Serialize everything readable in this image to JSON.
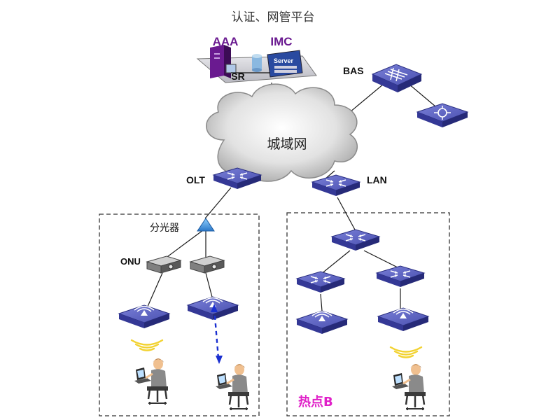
{
  "platform": {
    "title": "认证、网管平台",
    "aaa": "AAA",
    "imc": "IMC",
    "sr": "SR",
    "server": "Server"
  },
  "labels": {
    "bas": "BAS",
    "cloud": "城域网",
    "olt": "OLT",
    "lan": "LAN",
    "splitter": "分光器",
    "onu": "ONU",
    "hotspot_b": "热点B"
  },
  "colors": {
    "device_top": "#5a5fc0",
    "device_side": "#2c2f86",
    "wave": "#f2d230",
    "hotspot_label": "#e020c8",
    "arrow": "#1a2fd0"
  }
}
